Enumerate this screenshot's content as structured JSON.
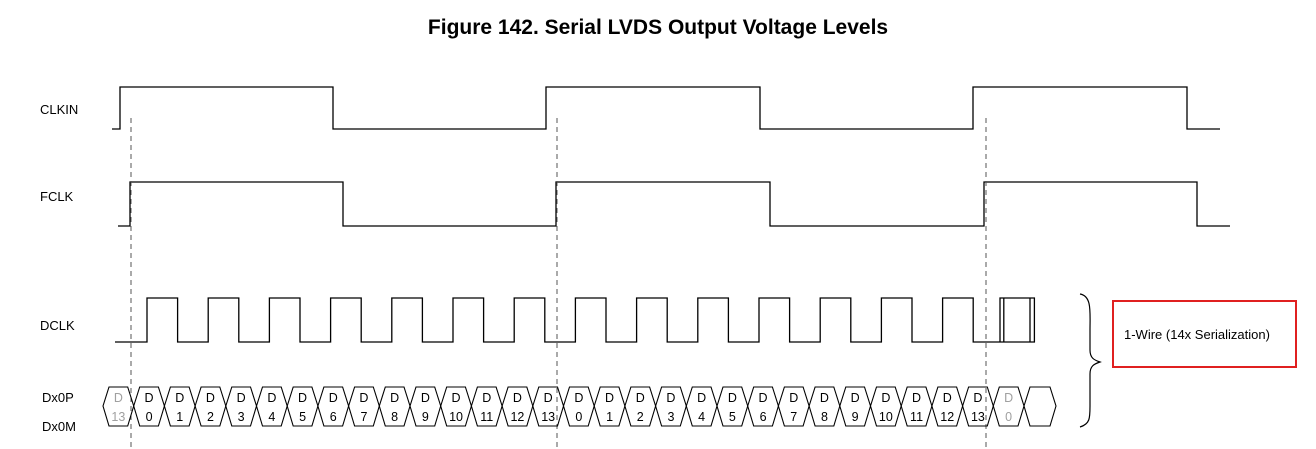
{
  "figure": {
    "title": "Figure 142.  Serial LVDS Output Voltage Levels"
  },
  "signals": {
    "clkin": "CLKIN",
    "fclk": "FCLK",
    "dclk": "DCLK",
    "data_p": "Dx0P",
    "data_m": "Dx0M"
  },
  "data_cells": [
    {
      "top": "D",
      "bottom": "13",
      "greyed": true
    },
    {
      "top": "D",
      "bottom": "0",
      "greyed": false
    },
    {
      "top": "D",
      "bottom": "1",
      "greyed": false
    },
    {
      "top": "D",
      "bottom": "2",
      "greyed": false
    },
    {
      "top": "D",
      "bottom": "3",
      "greyed": false
    },
    {
      "top": "D",
      "bottom": "4",
      "greyed": false
    },
    {
      "top": "D",
      "bottom": "5",
      "greyed": false
    },
    {
      "top": "D",
      "bottom": "6",
      "greyed": false
    },
    {
      "top": "D",
      "bottom": "7",
      "greyed": false
    },
    {
      "top": "D",
      "bottom": "8",
      "greyed": false
    },
    {
      "top": "D",
      "bottom": "9",
      "greyed": false
    },
    {
      "top": "D",
      "bottom": "10",
      "greyed": false
    },
    {
      "top": "D",
      "bottom": "11",
      "greyed": false
    },
    {
      "top": "D",
      "bottom": "12",
      "greyed": false
    },
    {
      "top": "D",
      "bottom": "13",
      "greyed": false
    },
    {
      "top": "D",
      "bottom": "0",
      "greyed": false
    },
    {
      "top": "D",
      "bottom": "1",
      "greyed": false
    },
    {
      "top": "D",
      "bottom": "2",
      "greyed": false
    },
    {
      "top": "D",
      "bottom": "3",
      "greyed": false
    },
    {
      "top": "D",
      "bottom": "4",
      "greyed": false
    },
    {
      "top": "D",
      "bottom": "5",
      "greyed": false
    },
    {
      "top": "D",
      "bottom": "6",
      "greyed": false
    },
    {
      "top": "D",
      "bottom": "7",
      "greyed": false
    },
    {
      "top": "D",
      "bottom": "8",
      "greyed": false
    },
    {
      "top": "D",
      "bottom": "9",
      "greyed": false
    },
    {
      "top": "D",
      "bottom": "10",
      "greyed": false
    },
    {
      "top": "D",
      "bottom": "11",
      "greyed": false
    },
    {
      "top": "D",
      "bottom": "12",
      "greyed": false
    },
    {
      "top": "D",
      "bottom": "13",
      "greyed": false
    },
    {
      "top": "D",
      "bottom": "0",
      "greyed": true
    }
  ],
  "annotation": {
    "label": "1-Wire (14x Serialization)"
  },
  "colors": {
    "line": "#000000",
    "greyed_text": "#a0a0a0",
    "dashed": "#555555",
    "highlight_border": "#e02020"
  }
}
